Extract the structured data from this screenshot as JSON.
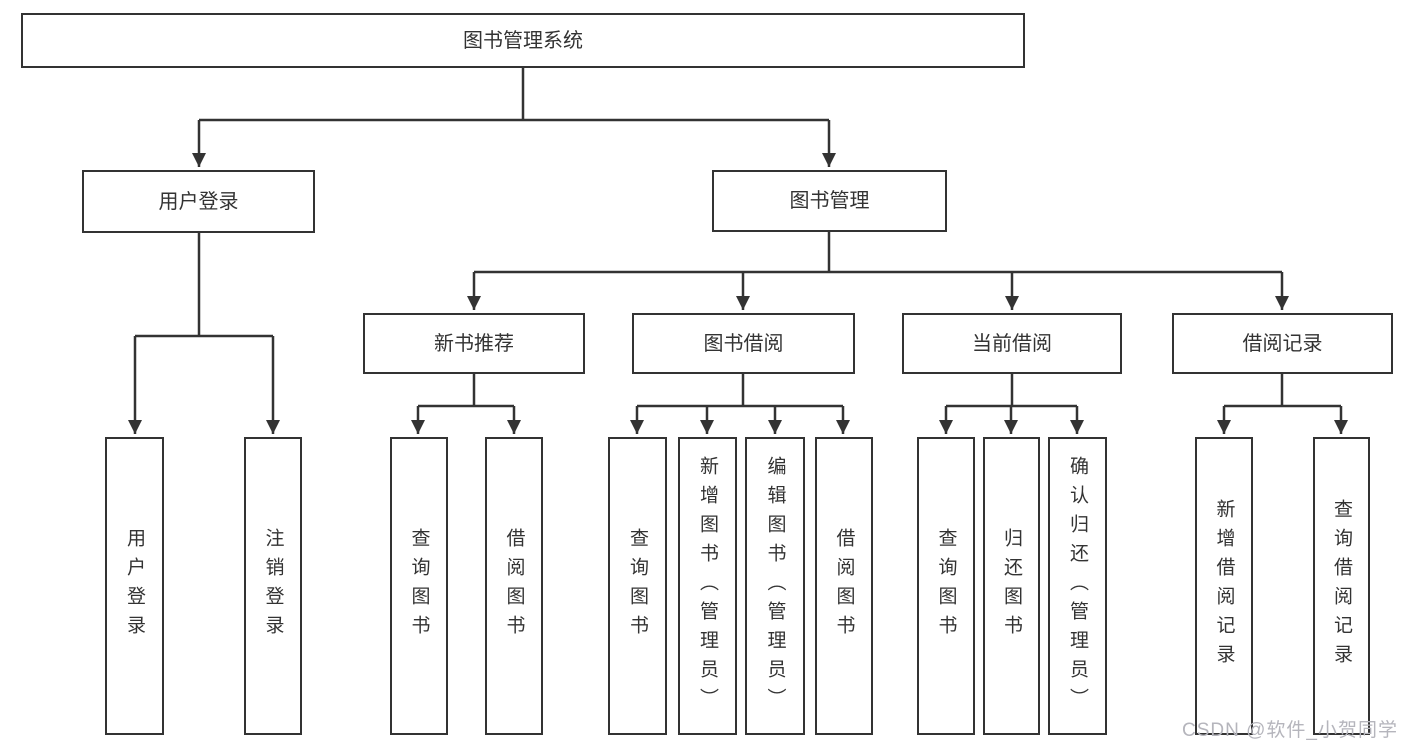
{
  "diagram": {
    "title": "图书管理系统",
    "level2": [
      {
        "label": "用户登录"
      },
      {
        "label": "图书管理"
      }
    ],
    "login_children": [
      "用户登录",
      "注销登录"
    ],
    "groups": [
      {
        "label": "新书推荐",
        "children": [
          "查询图书",
          "借阅图书"
        ]
      },
      {
        "label": "图书借阅",
        "children": [
          "查询图书",
          "新增图书（管理员）",
          "编辑图书（管理员）",
          "借阅图书"
        ]
      },
      {
        "label": "当前借阅",
        "children": [
          "查询图书",
          "归还图书",
          "确认归还（管理员）"
        ]
      },
      {
        "label": "借阅记录",
        "children": [
          "新增借阅记录",
          "查询借阅记录"
        ]
      }
    ]
  },
  "watermark": "CSDN @软件_小贺同学",
  "colors": {
    "line": "#333333",
    "box_border": "#333333",
    "text": "#333333",
    "background": "#ffffff",
    "watermark": "#b5b5bc"
  }
}
